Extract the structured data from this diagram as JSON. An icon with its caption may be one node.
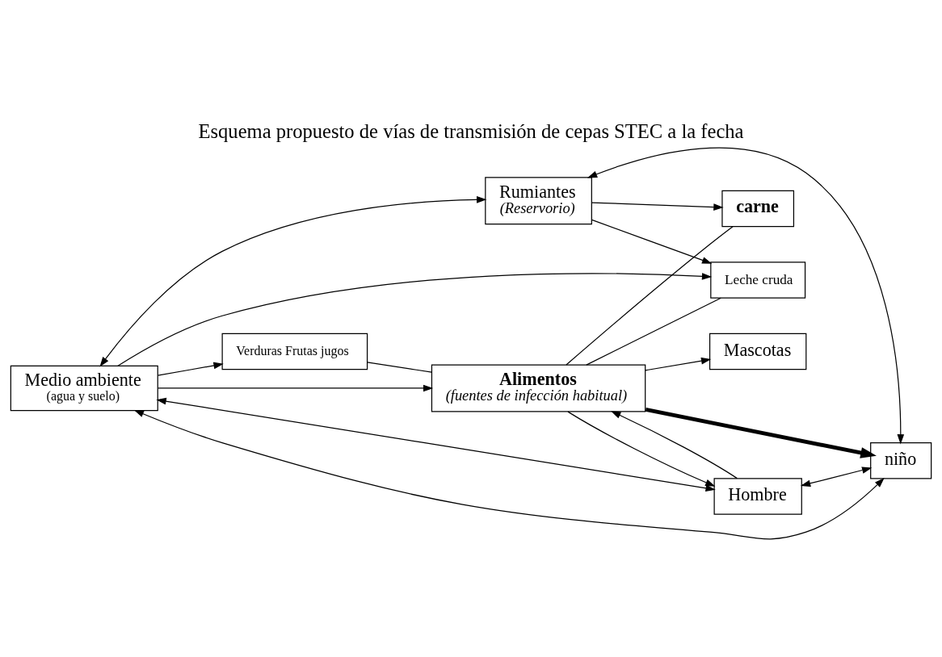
{
  "diagram": {
    "title": "Esquema propuesto de vías de transmisión de cepas STEC a la fecha",
    "nodes": [
      {
        "text": [
          "Medio ambiente",
          "(agua y suelo)"
        ]
      },
      {
        "text": [
          "Verduras Frutas jugos"
        ]
      },
      {
        "text": [
          "Mascotas"
        ]
      },
      {
        "text": [
          "Hombre"
        ]
      },
      {
        "text": [
          "Alimentos",
          "(fuentes de infección habitual)"
        ]
      },
      {
        "text": [
          "Rumiantes",
          "(Reservorio)"
        ]
      },
      {
        "text": [
          "Leche cruda"
        ]
      },
      {
        "text": [
          "niño"
        ]
      },
      {
        "text": [
          "carne"
        ]
      }
    ],
    "edges": [
      {
        "from": 0,
        "to": 1,
        "arrow": "to"
      },
      {
        "from": 0,
        "to": 4,
        "arrow": "to"
      },
      {
        "from": 0,
        "to": 6,
        "arrow": "to"
      },
      {
        "from": 0,
        "to": 5,
        "arrow": "both"
      },
      {
        "from": 1,
        "to": 4,
        "arrow": "none"
      },
      {
        "from": 4,
        "to": 6,
        "arrow": "none"
      },
      {
        "from": 4,
        "to": 8,
        "arrow": "none"
      },
      {
        "from": 5,
        "to": 6,
        "arrow": "to"
      },
      {
        "from": 5,
        "to": 8,
        "arrow": "to"
      },
      {
        "from": 4,
        "to": 2,
        "arrow": "to"
      },
      {
        "from": 4,
        "to": 3,
        "arrow": "to"
      },
      {
        "from": 3,
        "to": 4,
        "arrow": "to"
      },
      {
        "from": 4,
        "to": 7,
        "arrow": "to",
        "style": "thick"
      },
      {
        "from": 3,
        "to": 7,
        "arrow": "both"
      },
      {
        "from": 0,
        "to": 3,
        "arrow": "both"
      },
      {
        "from": 0,
        "to": 7,
        "arrow": "both"
      },
      {
        "from": 5,
        "to": 7,
        "arrow": "both"
      }
    ]
  }
}
